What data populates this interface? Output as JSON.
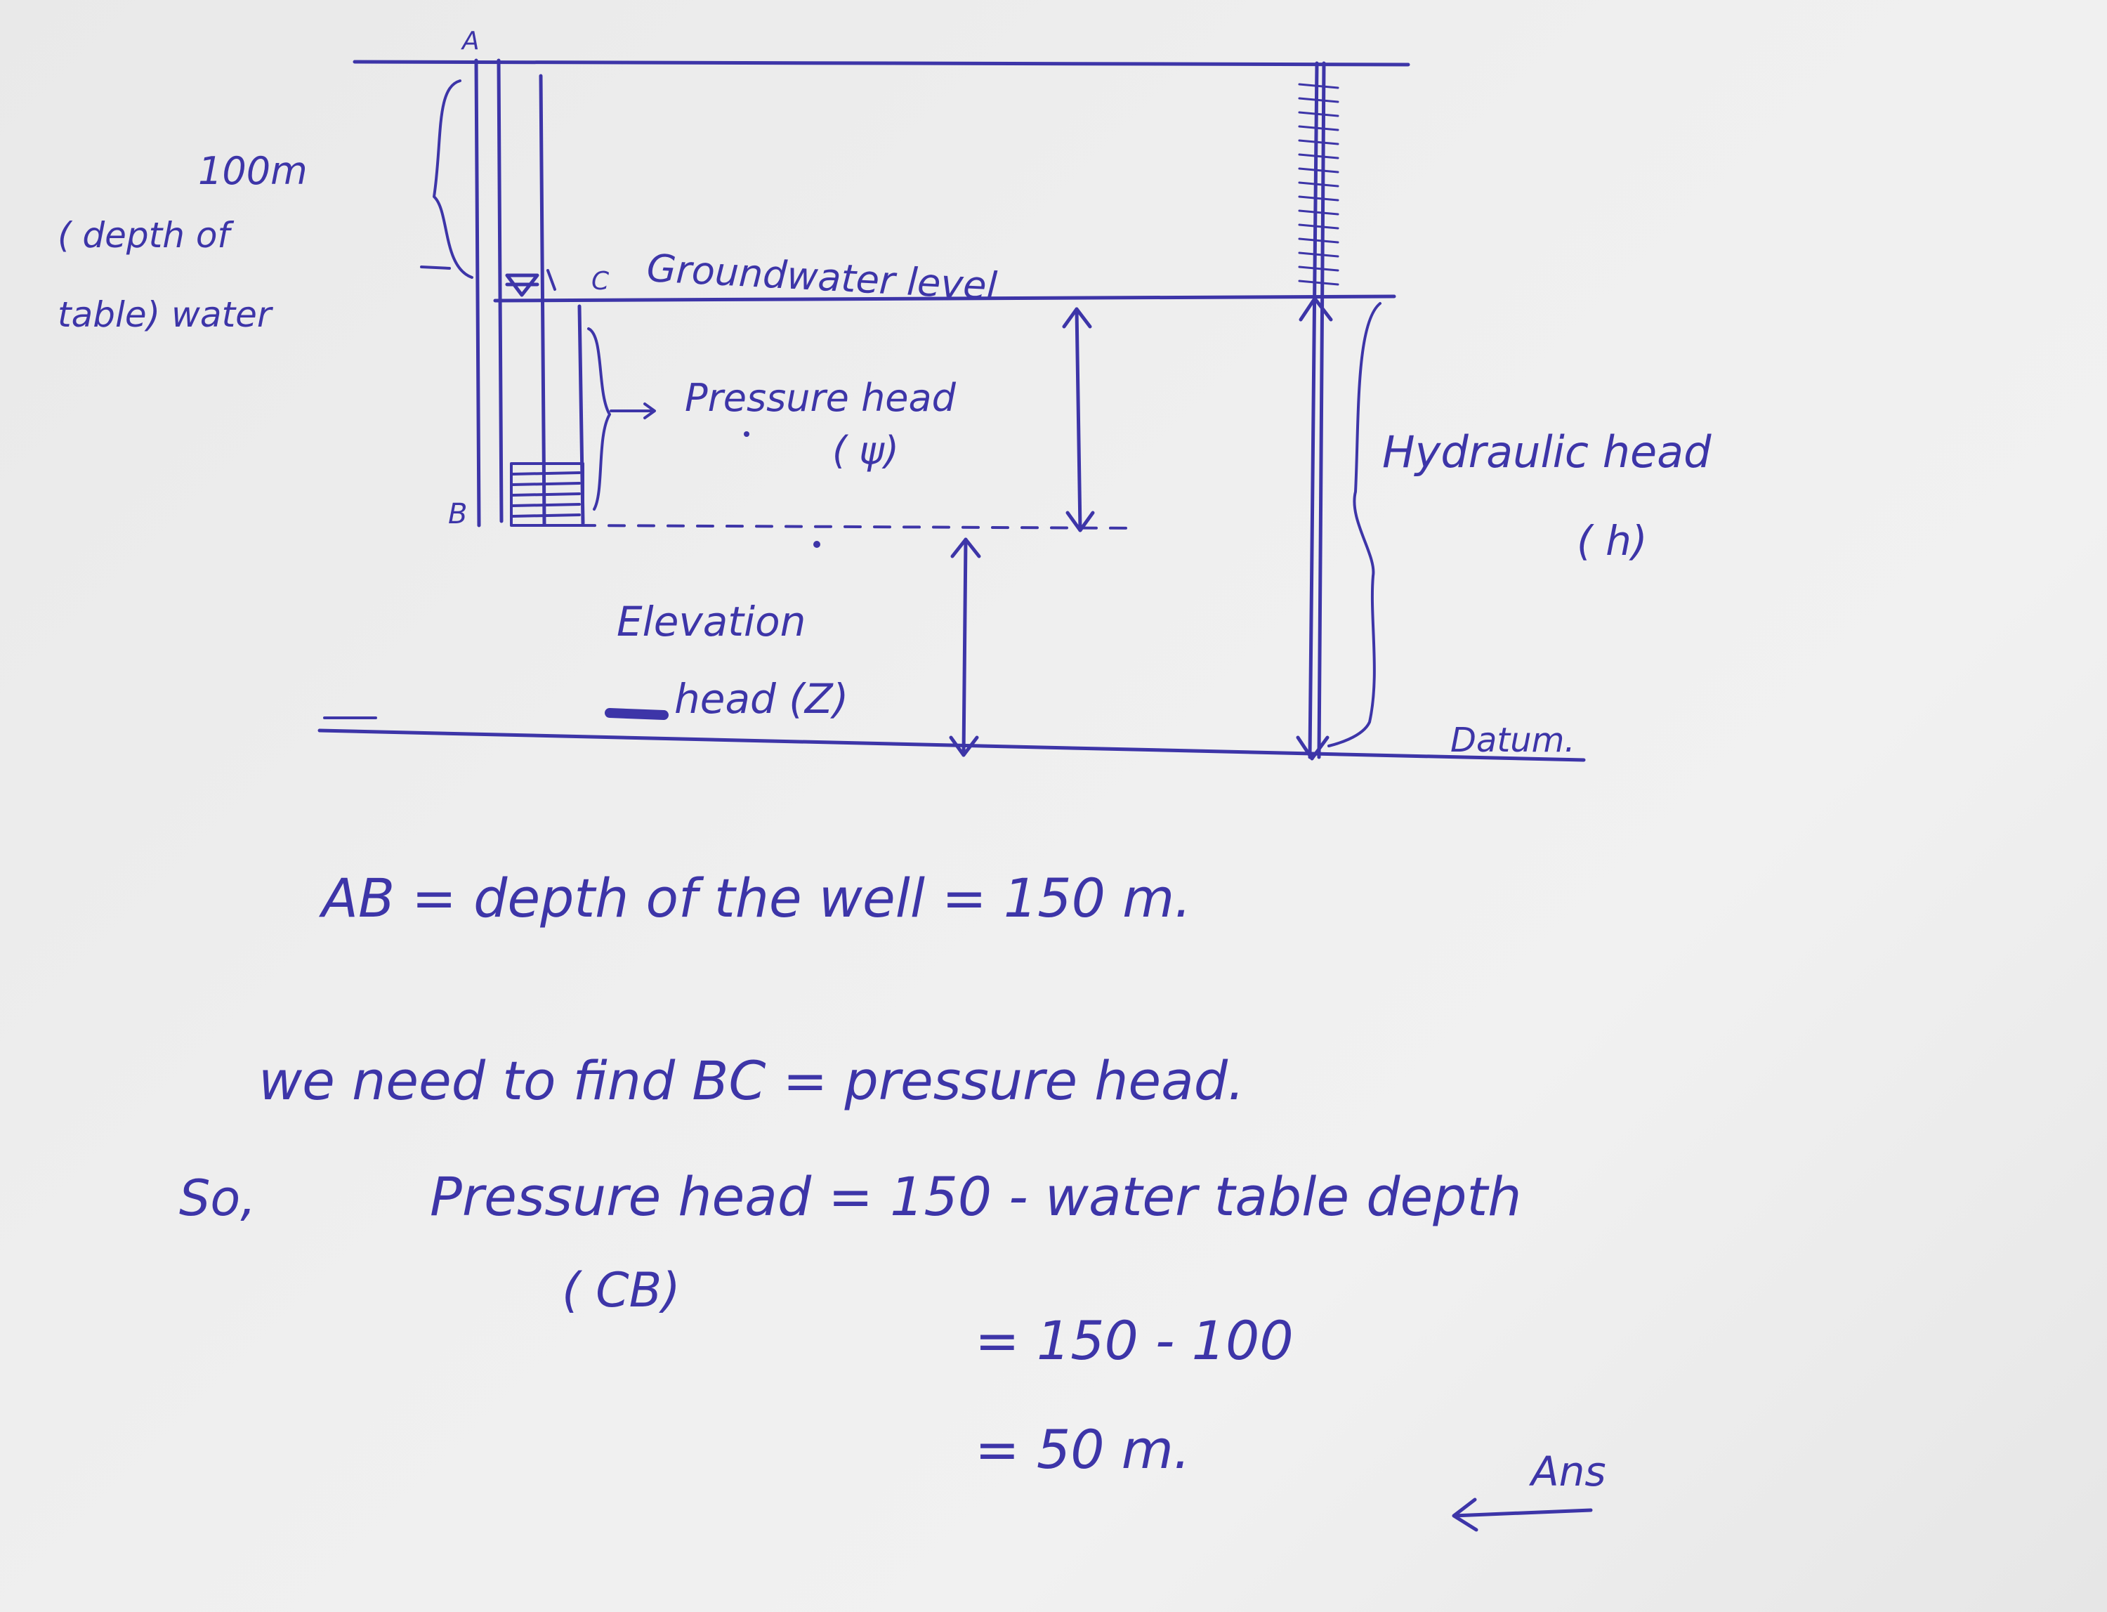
{
  "diagram": {
    "points": {
      "a": "A",
      "b": "B",
      "c": "C"
    },
    "water_table_depth_label": [
      "100m",
      "( depth of",
      "table) water"
    ],
    "groundwater_level": "Groundwater level",
    "pressure_head": [
      "Pressure head",
      "( ψ)"
    ],
    "hydraulic_head": [
      "Hydraulic head",
      "( h)"
    ],
    "elevation_head": [
      "Elevation",
      "head (Z)"
    ],
    "datum": "Datum."
  },
  "solution": {
    "line1": "AB =  depth of the well  = 150 m.",
    "line2": "we need to find BC =  pressure head.",
    "so": "So,",
    "line3": "Pressure head = 150 - water table depth",
    "line3_sub": "( CB)",
    "line4": "= 150 - 100",
    "line5": "= 50 m.",
    "ans": "Ans"
  },
  "colors": {
    "ink": "#3d35a8",
    "paper": "#ececec"
  }
}
